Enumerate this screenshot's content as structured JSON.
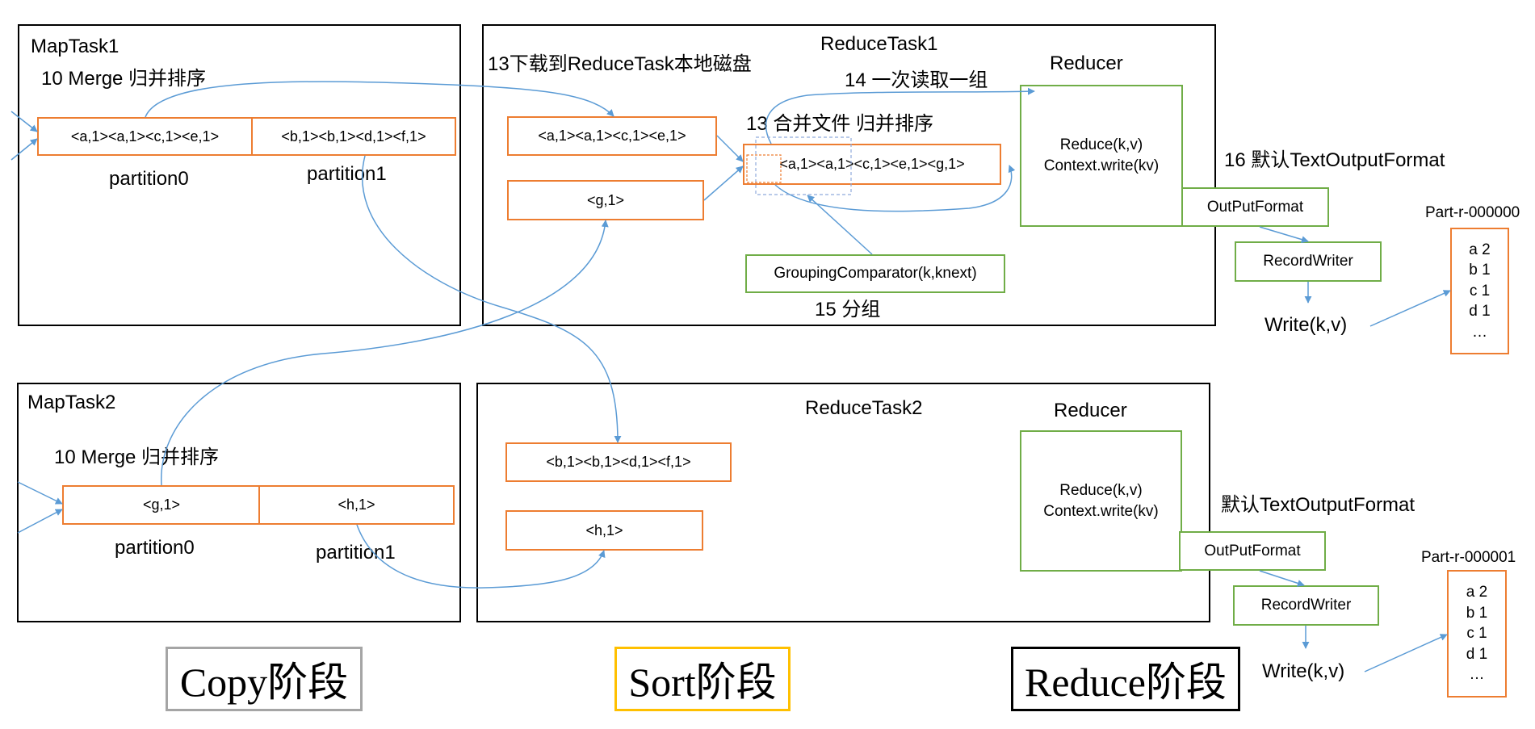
{
  "colors": {
    "orange": "#ED7D31",
    "green": "#70AD47",
    "arrow": "#5B9BD5",
    "gray": "#A5A5A5",
    "gold": "#FFC000",
    "black": "#000000"
  },
  "maptask1": {
    "title": "MapTask1",
    "merge_label": "10 Merge 归并排序",
    "partition0_content": "<a,1><a,1><c,1><e,1>",
    "partition1_content": "<b,1><b,1><d,1><f,1>",
    "partition0_label": "partition0",
    "partition1_label": "partition1"
  },
  "maptask2": {
    "title": "MapTask2",
    "merge_label": "10 Merge 归并排序",
    "partition0_content": "<g,1>",
    "partition1_content": "<h,1>",
    "partition0_label": "partition0",
    "partition1_label": "partition1"
  },
  "reducetask1": {
    "title": "ReduceTask1",
    "download_label": "13下载到ReduceTask本地磁盘",
    "read_group_label": "14 一次读取一组",
    "merge_label": "13 合并文件 归并排序",
    "copy1": "<a,1><a,1><c,1><e,1>",
    "copy2": "<g,1>",
    "merged": "<a,1><a,1><c,1><e,1><g,1>",
    "grouping": "GroupingComparator(k,knext)",
    "grouping_label": "15 分组",
    "reducer_title": "Reducer",
    "reduce_line1": "Reduce(k,v)",
    "reduce_line2": "Context.write(kv)"
  },
  "reducetask2": {
    "title": "ReduceTask2",
    "copy1": "<b,1><b,1><d,1><f,1>",
    "copy2": "<h,1>",
    "reducer_title": "Reducer",
    "reduce_line1": "Reduce(k,v)",
    "reduce_line2": "Context.write(kv)"
  },
  "output1": {
    "format_label": "16 默认TextOutputFormat",
    "outputformat": "OutPutFormat",
    "recordwriter": "RecordWriter",
    "write": "Write(k,v)",
    "part_name": "Part-r-000000",
    "part_lines": [
      "a 2",
      "b 1",
      "c 1",
      "d 1",
      "…"
    ]
  },
  "output2": {
    "format_label": "默认TextOutputFormat",
    "outputformat": "OutPutFormat",
    "recordwriter": "RecordWriter",
    "write": "Write(k,v)",
    "part_name": "Part-r-000001",
    "part_lines": [
      "a 2",
      "b 1",
      "c 1",
      "d 1",
      "…"
    ]
  },
  "stages": {
    "copy": "Copy阶段",
    "sort": "Sort阶段",
    "reduce": "Reduce阶段"
  }
}
